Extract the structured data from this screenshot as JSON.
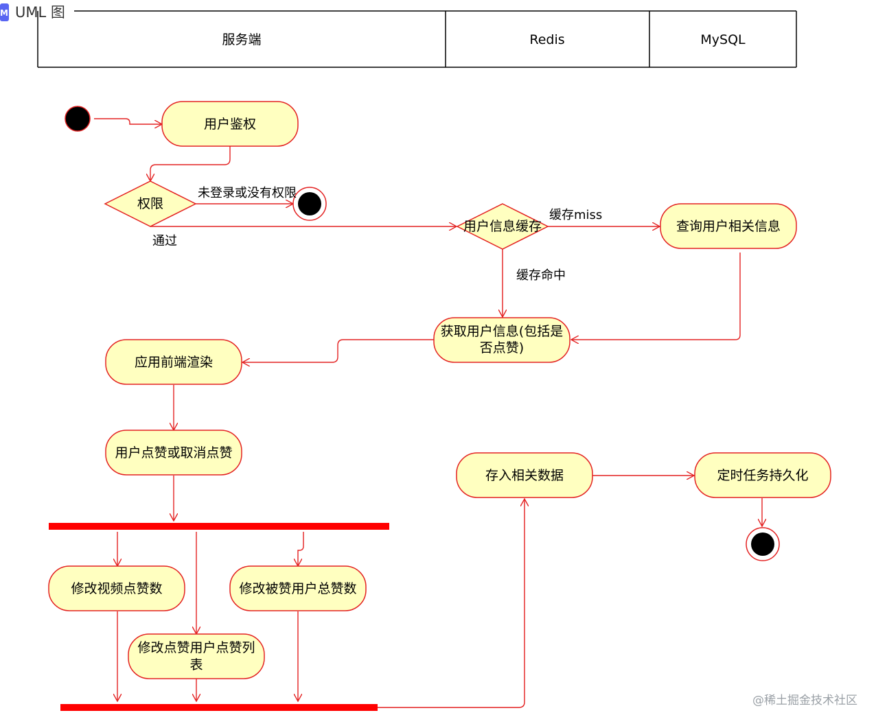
{
  "header": {
    "badge_text": "ML",
    "title": "UML 图"
  },
  "lanes": [
    "服务端",
    "Redis",
    "MySQL"
  ],
  "nodes": {
    "auth": "用户鉴权",
    "permission": "权限",
    "user_info_cache": "用户信息缓存",
    "query_user_info": "查询用户相关信息",
    "get_user_info_line1": "获取用户信息(包括是",
    "get_user_info_line2": "否点赞)",
    "frontend_render": "应用前端渲染",
    "user_like": "用户点赞或取消点赞",
    "update_video_likes": "修改视频点赞数",
    "update_liked_user_total": "修改被赞用户总赞数",
    "update_like_list_line1": "修改点赞用户点赞列",
    "update_like_list_line2": "表",
    "store_data": "存入相关数据",
    "scheduled_persist": "定时任务持久化"
  },
  "edges": {
    "not_logged_in": "未登录或没有权限",
    "passed": "通过",
    "cache_miss": "缓存miss",
    "cache_hit": "缓存命中"
  },
  "watermark": "@稀土掘金技术社区",
  "colors": {
    "node_fill": "#ffffc0",
    "node_stroke": "#e32020",
    "edge": "#e32020",
    "bar": "#ff0000",
    "lane_border": "#000000",
    "badge": "#5865f2"
  }
}
